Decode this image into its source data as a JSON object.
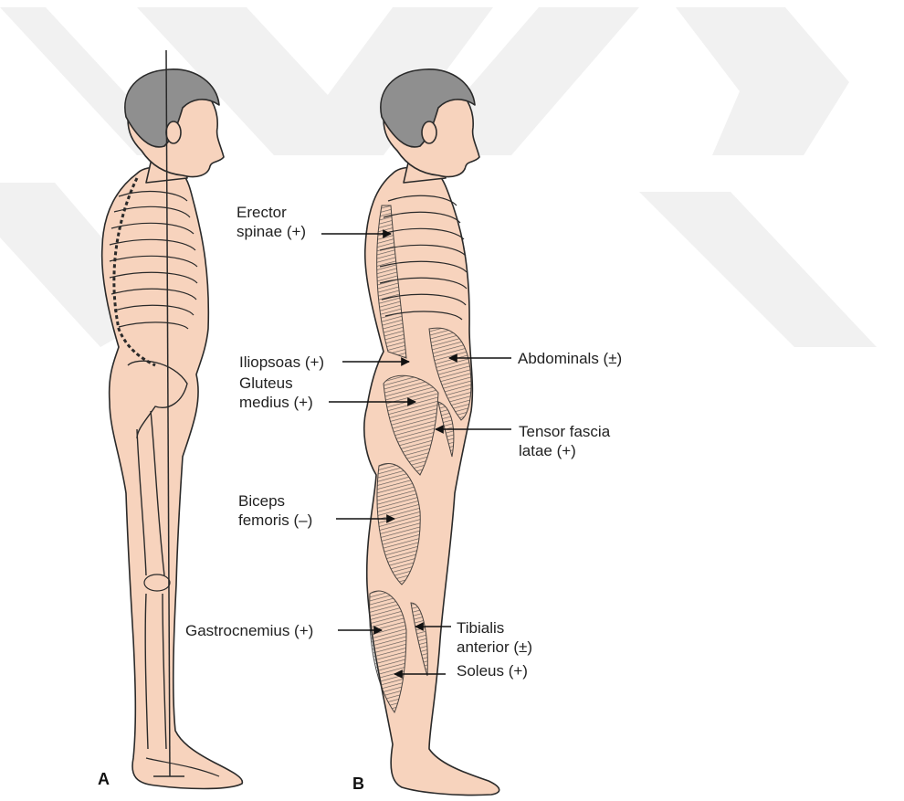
{
  "panels": {
    "a": {
      "letter": "A"
    },
    "b": {
      "letter": "B"
    }
  },
  "labels": {
    "erector_1": "Erector",
    "erector_2": "spinae (+)",
    "iliopsoas": "Iliopsoas (+)",
    "gluteus_1": "Gluteus",
    "gluteus_2": "medius (+)",
    "abdominals": "Abdominals (±)",
    "tensor_1": "Tensor fascia",
    "tensor_2": "latae (+)",
    "biceps_1": "Biceps",
    "biceps_2": "femoris (–)",
    "gastrocnemius": "Gastrocnemius (+)",
    "tibialis_1": "Tibialis",
    "tibialis_2": "anterior (±)",
    "soleus": "Soleus (+)"
  },
  "colors": {
    "skin": "#f7d3bd",
    "outline": "#2a2a2a",
    "hair": "#8f8f8f",
    "watermark": "#f1f1f1"
  }
}
